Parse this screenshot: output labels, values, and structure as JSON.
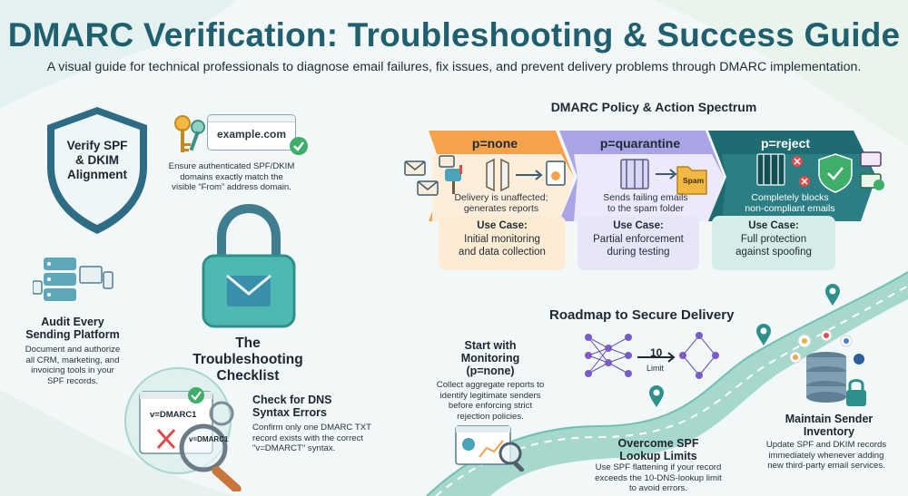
{
  "header": {
    "title": "DMARC Verification: Troubleshooting & Success Guide",
    "subtitle": "A visual guide for technical professionals to diagnose email failures, fix issues, and prevent delivery problems through DMARC implementation."
  },
  "checklist": {
    "title_line1": "The Troubleshooting",
    "title_line2": "Checklist",
    "shield": {
      "line1": "Verify SPF",
      "line2": "& DKIM",
      "line3": "Alignment"
    },
    "domain_badge": "example.com",
    "alignment_desc": [
      "Ensure authenticated SPF/DKIM",
      "domains exactly match the",
      "visible “From” address domain."
    ],
    "audit": {
      "title_line1": "Audit Every",
      "title_line2": "Sending Platform",
      "desc": [
        "Document and authorize",
        "all CRM, marketing, and",
        "invoicing tools in your",
        "SPF records."
      ]
    },
    "dns": {
      "title_line1": "Check for DNS",
      "title_line2": "Syntax Errors",
      "desc": [
        "Confirm only one DMARC TXT",
        "record exists with the correct",
        "\"v=DMARCT\" syntax."
      ],
      "record1": "v=DMARC1",
      "record2": "v=DMARC1"
    }
  },
  "spectrum": {
    "title": "DMARC Policy & Action Spectrum",
    "bands": [
      {
        "label": "p=none",
        "desc": [
          "Delivery is unaffected;",
          "generates reports"
        ],
        "uc_heading": "Use Case:",
        "uc_text": [
          "Initial monitoring",
          "and data collection"
        ],
        "color": "#f6a24a",
        "uc_bg": "#fdebd4"
      },
      {
        "label": "p=quarantine",
        "desc": [
          "Sends failing emails",
          "to the spam folder"
        ],
        "uc_heading": "Use Case:",
        "uc_text": [
          "Partial enforcement",
          "during testing"
        ],
        "color": "#a9a4e6",
        "uc_bg": "#e7e5f8"
      },
      {
        "label": "p=reject",
        "desc": [
          "Completely blocks",
          "non-compliant emails"
        ],
        "uc_heading": "Use Case:",
        "uc_text": [
          "Full protection",
          "against spoofing"
        ],
        "color": "#1f6b72",
        "uc_bg": "#d6ece9"
      }
    ],
    "spam_label": "Spam"
  },
  "roadmap": {
    "title": "Roadmap to Secure Delivery",
    "steps": [
      {
        "title": [
          "Start with",
          "Monitoring",
          "(p=none)"
        ],
        "desc": [
          "Collect aggregate reports to",
          "identify legitimate senders",
          "before enforcing strict",
          "rejection policies."
        ]
      },
      {
        "title": [
          "Overcome SPF",
          "Lookup Limits"
        ],
        "desc": [
          "Use SPF flattening if your record",
          "exceeds the 10-DNS-lookup limit",
          "to avoid errors."
        ]
      },
      {
        "title": [
          "Maintain Sender",
          "Inventory"
        ],
        "desc": [
          "Update SPF and DKIM records",
          "immediately whenever adding",
          "new third-party email services."
        ]
      }
    ],
    "limit_number": "10",
    "limit_label": "Limit"
  },
  "colors": {
    "title": "#1f5f6e",
    "road": "#a7d8ce",
    "teal": "#2f8f8a",
    "orange": "#f6a24a",
    "purple": "#a9a4e6",
    "dark_teal": "#1f6b72"
  }
}
